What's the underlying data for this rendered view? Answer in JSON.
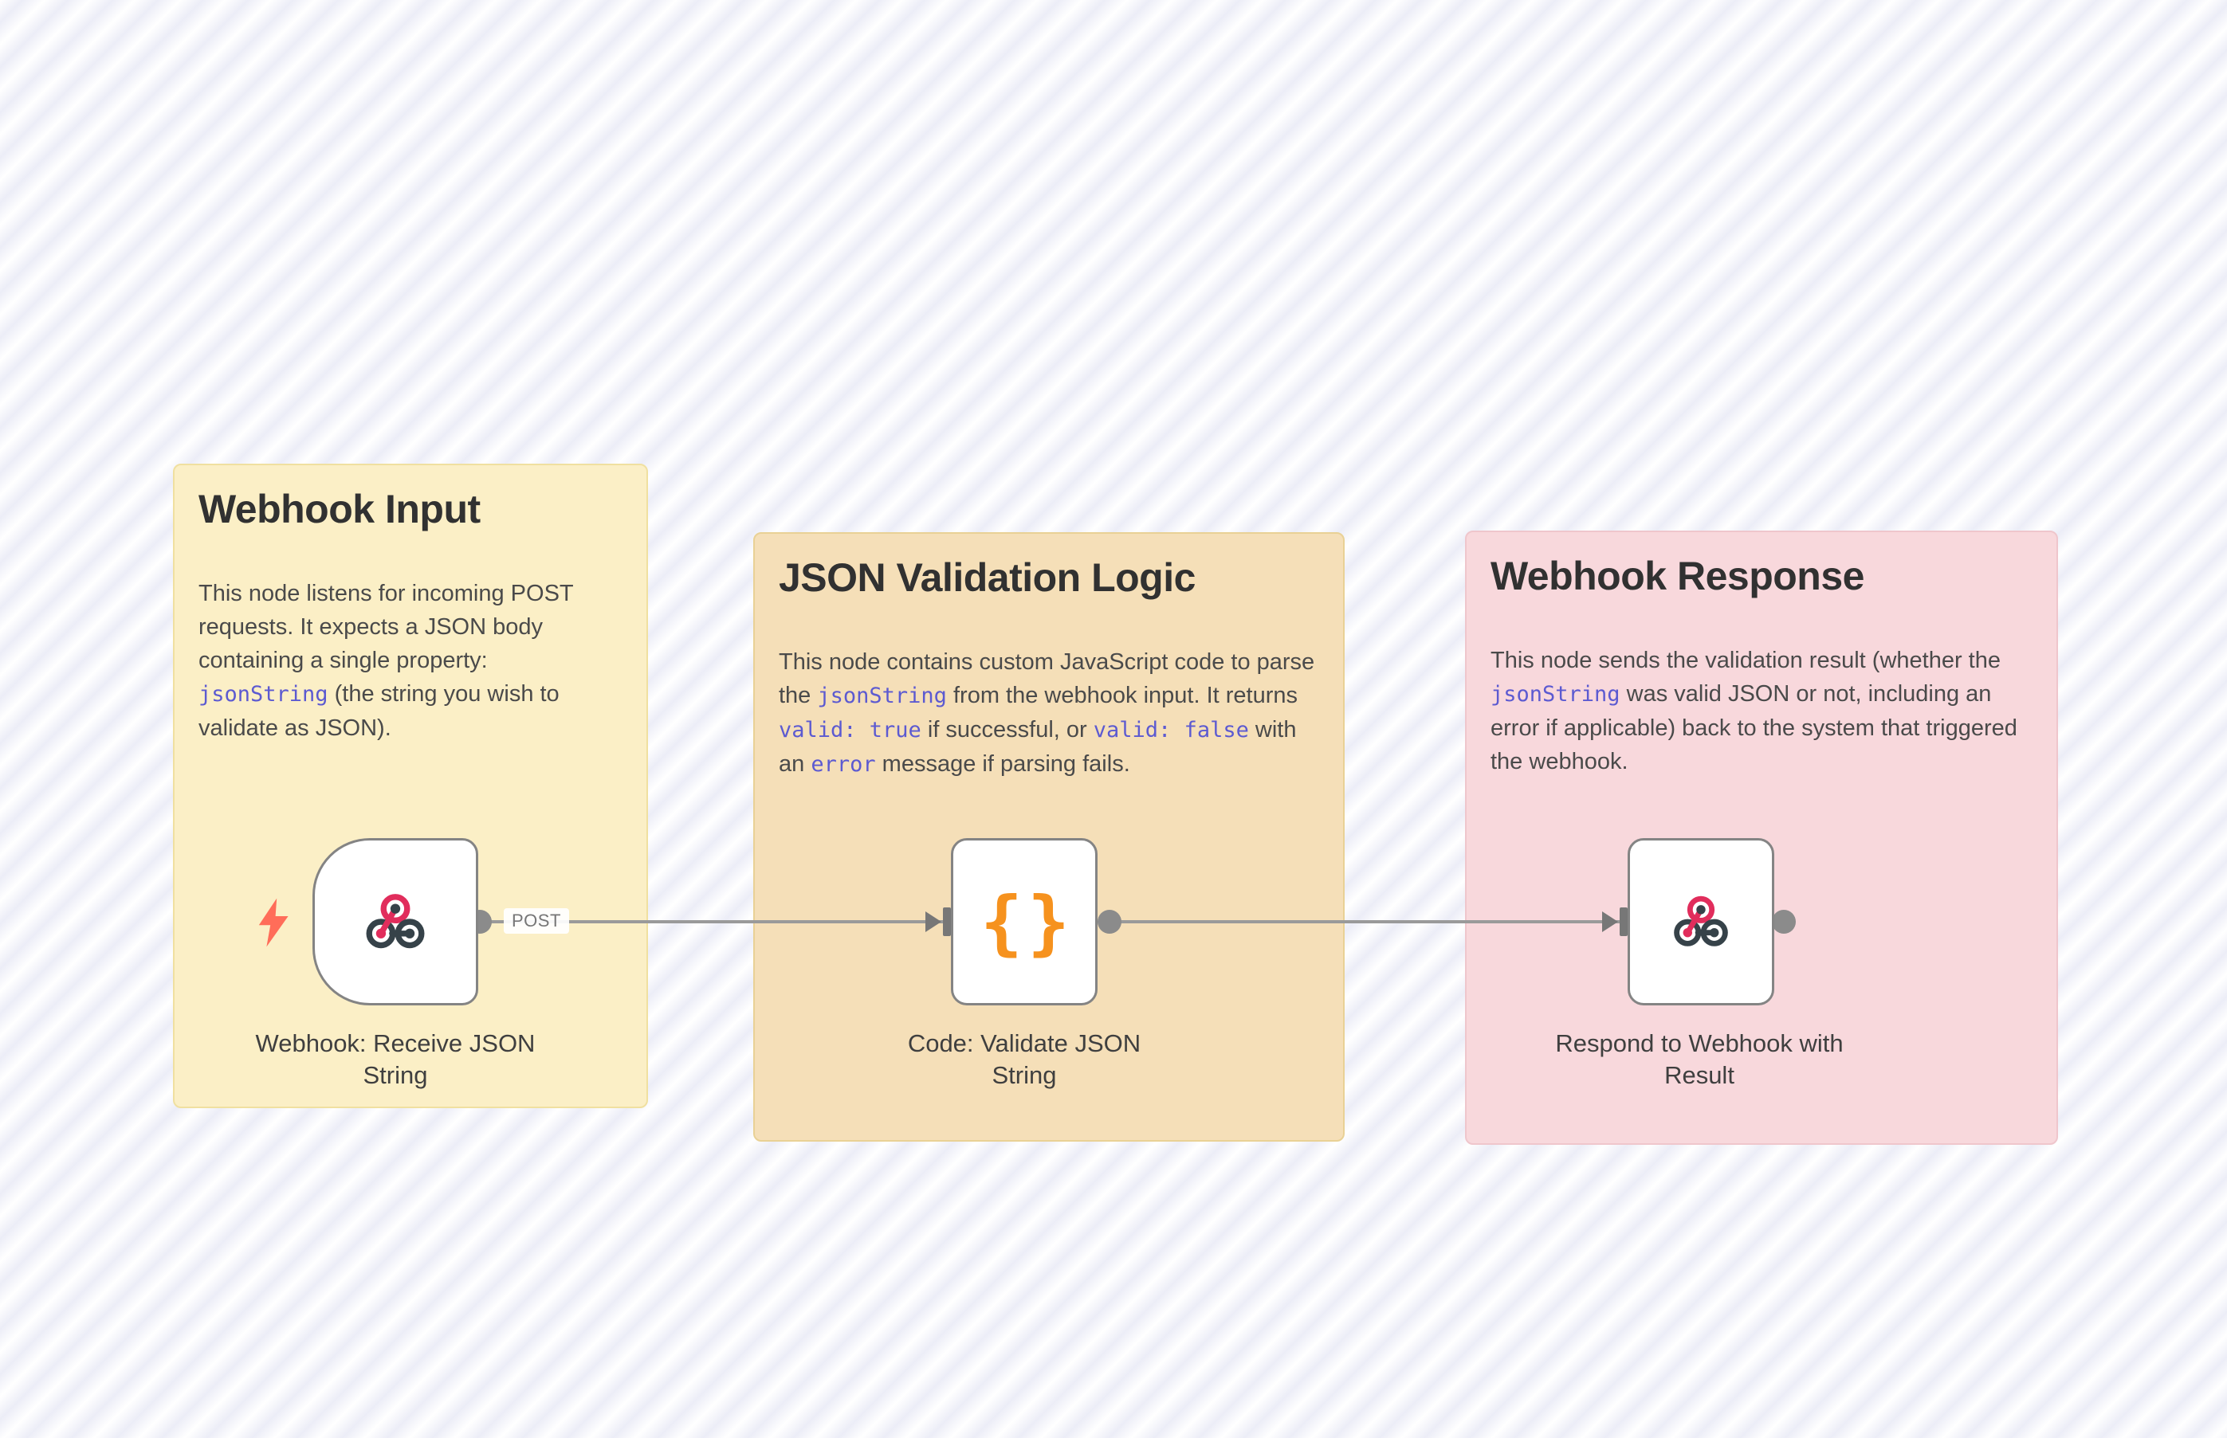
{
  "canvas": {
    "stripe_color": "#ecedf7"
  },
  "notes": [
    {
      "title": "Webhook Input",
      "body": [
        {
          "text": "This node listens for incoming POST requests. It expects a JSON body containing a single property: "
        },
        {
          "text": "jsonString",
          "code": true
        },
        {
          "text": " (the string you wish to validate as JSON)."
        }
      ],
      "colors": {
        "fill": "#fbefc6",
        "border": "#f0e0a0"
      }
    },
    {
      "title": "JSON Validation Logic",
      "body": [
        {
          "text": "This node contains custom JavaScript code to parse the "
        },
        {
          "text": "jsonString",
          "code": true
        },
        {
          "text": " from the webhook input. It returns "
        },
        {
          "text": "valid: true",
          "code": true
        },
        {
          "text": " if successful, or "
        },
        {
          "text": "valid: false",
          "code": true
        },
        {
          "text": " with an "
        },
        {
          "text": "error",
          "code": true
        },
        {
          "text": " message if parsing fails."
        }
      ],
      "colors": {
        "fill": "#f5dfb8",
        "border": "#e9d195"
      }
    },
    {
      "title": "Webhook Response",
      "body": [
        {
          "text": "This node sends the validation result (whether the "
        },
        {
          "text": "jsonString",
          "code": true
        },
        {
          "text": " was valid JSON or not, including an error if applicable) back to the system that triggered the webhook."
        }
      ],
      "colors": {
        "fill": "#f8d8dc",
        "border": "#efc6cc"
      }
    }
  ],
  "nodes": [
    {
      "label": "Webhook: Receive JSON String",
      "icon": "webhook-icon",
      "output_label": "POST"
    },
    {
      "label": "Code: Validate JSON String",
      "icon": "code-braces-icon",
      "icon_text": "{}"
    },
    {
      "label": "Respond to Webhook with Result",
      "icon": "webhook-icon"
    }
  ],
  "colors": {
    "code_text": "#5c5ad1",
    "heading": "#313131",
    "body_text": "#4a4a4a",
    "node_border": "#848484",
    "node_label": "#3f3f3f",
    "connector": "#9a9a9a",
    "connector_dark": "#777777",
    "bolt": "#ff6d59",
    "webhook_pink": "#e12d5c",
    "webhook_dark": "#364249",
    "braces_orange": "#f6921e",
    "post_text": "#767676"
  }
}
